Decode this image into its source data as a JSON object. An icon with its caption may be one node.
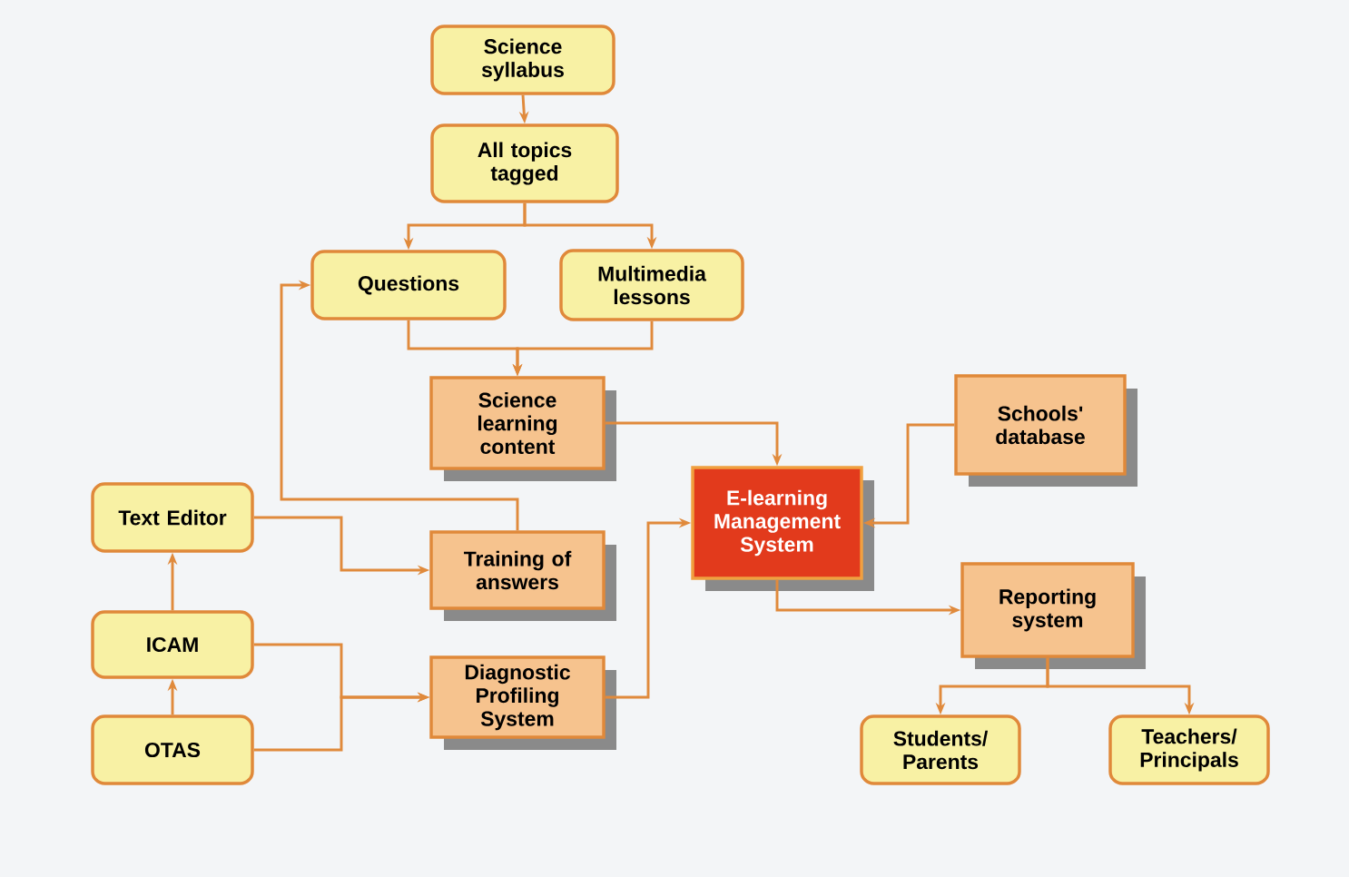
{
  "diagram": {
    "nodes": [
      {
        "text": [
          "Science syllabus"
        ]
      },
      {
        "text": [
          "All topics tagged"
        ]
      },
      {
        "text": [
          "Questions"
        ]
      },
      {
        "text": [
          "Multimedia lessons"
        ]
      },
      {
        "text": [
          "Science learning content"
        ]
      },
      {
        "text": [
          "Text Editor"
        ]
      },
      {
        "text": [
          "Training of answers"
        ]
      },
      {
        "text": [
          "E-learning Management System"
        ]
      },
      {
        "text": [
          "Schools' database"
        ]
      },
      {
        "text": [
          "Reporting system"
        ]
      },
      {
        "text": [
          "ICAM"
        ]
      },
      {
        "text": [
          "Diagnostic Profiling System"
        ]
      },
      {
        "text": [
          "OTAS"
        ]
      },
      {
        "text": [
          "Students/ Parents"
        ]
      },
      {
        "text": [
          "Teachers/ Principals"
        ]
      }
    ],
    "edges": [
      {
        "from": 0,
        "to": 1,
        "arrow": "to"
      },
      {
        "from": 1,
        "to": 2,
        "arrow": "to"
      },
      {
        "from": 1,
        "to": 3,
        "arrow": "to"
      },
      {
        "from": 2,
        "to": 4,
        "arrow": "to"
      },
      {
        "from": 3,
        "to": 4,
        "arrow": "to"
      },
      {
        "from": 4,
        "to": 7,
        "arrow": "to"
      },
      {
        "from": 6,
        "to": 2,
        "arrow": "to"
      },
      {
        "from": 5,
        "to": 6,
        "arrow": "to"
      },
      {
        "from": 10,
        "to": 5,
        "arrow": "to"
      },
      {
        "from": 12,
        "to": 10,
        "arrow": "to"
      },
      {
        "from": 10,
        "to": 11,
        "arrow": "to"
      },
      {
        "from": 12,
        "to": 11,
        "arrow": "to"
      },
      {
        "from": 11,
        "to": 7,
        "arrow": "to"
      },
      {
        "from": 8,
        "to": 7,
        "arrow": "to"
      },
      {
        "from": 7,
        "to": 9,
        "arrow": "to"
      },
      {
        "from": 9,
        "to": 13,
        "arrow": "to"
      },
      {
        "from": 9,
        "to": 14,
        "arrow": "to"
      }
    ]
  }
}
